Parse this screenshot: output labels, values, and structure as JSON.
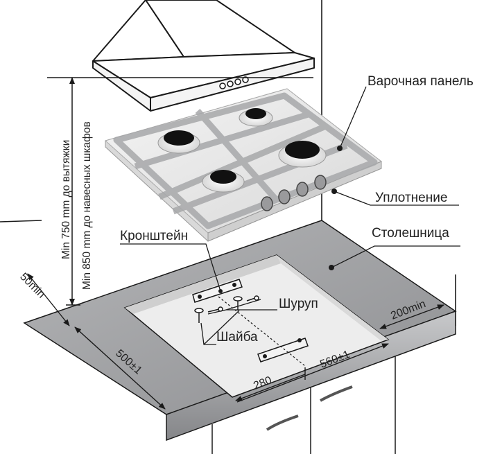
{
  "labels": {
    "hob": "Варочная панель",
    "seal": "Уплотнение",
    "countertop": "Столешница",
    "bracket": "Кронштейн",
    "screw": "Шуруп",
    "washer": "Шайба"
  },
  "dimensions": {
    "min_50": "50min",
    "cutout_depth": "500±1",
    "bracket_offset": "280",
    "cutout_width": "560±1",
    "min_200": "200min",
    "hood_height": "Min 750 mm до вытяжки",
    "cabinet_height": "Min 850 mm до навесных шкафов"
  },
  "colors": {
    "line": "#1a1a1a",
    "countertop": "#9fa0a2",
    "countertop_edge": "#7c7d80",
    "hob": "#e9e9e9",
    "grate": "#b5b6b8",
    "burner": "#111111"
  },
  "hob": {
    "burners": 4,
    "control_knobs": 4,
    "hood_buttons": 4
  }
}
